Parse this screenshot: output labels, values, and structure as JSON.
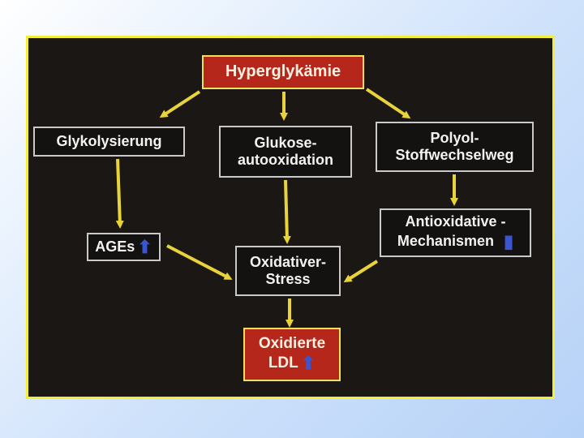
{
  "colors": {
    "frame": "#f2ee3a",
    "arrow": "#e8d43a",
    "red_box": "#b5261b",
    "up_arrow": "#3a55d0"
  },
  "nodes": {
    "top": "Hyperglykämie",
    "glykolysierung": "Glykolysierung",
    "glukose_line1": "Glukose-",
    "glukose_line2": "autooxidation",
    "polyol_line1": "Polyol-",
    "polyol_line2": "Stoffwechselweg",
    "ages": "AGEs",
    "antiox_line1": "Antioxidative -",
    "antiox_line2": "Mechanismen",
    "stress_line1": "Oxidativer-",
    "stress_line2": "Stress",
    "ldl_line1": "Oxidierte",
    "ldl_line2": "LDL"
  },
  "icons": {
    "increase": "up-arrow-icon"
  }
}
